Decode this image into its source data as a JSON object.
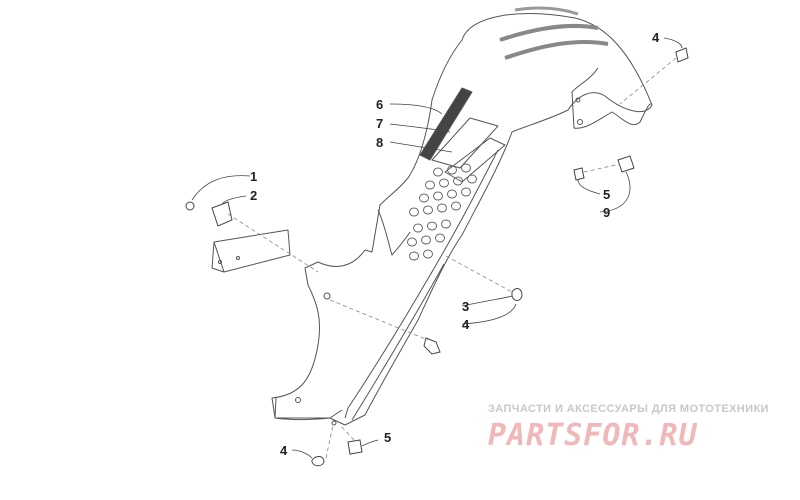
{
  "callouts": [
    "1",
    "2",
    "3",
    "4",
    "5",
    "6",
    "7",
    "8",
    "9"
  ],
  "watermark": {
    "tagline": "ЗАПЧАСТИ И АКСЕССУАРЫ ДЛЯ МОТОТЕХНИКИ",
    "logo": "PARTSFOR.RU"
  },
  "colors": {
    "line": "#555555",
    "text": "#222222",
    "watermark_logo": "#f0b8b8",
    "watermark_text": "#c8c8c8"
  }
}
